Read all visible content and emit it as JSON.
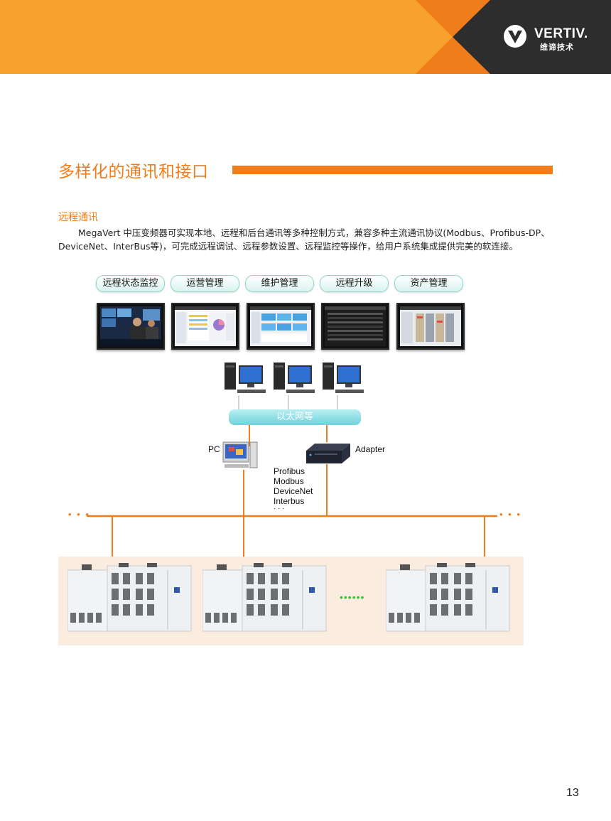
{
  "header": {
    "brand": "VERTIV.",
    "brand_cn": "维谛技术",
    "colors": {
      "orange": "#f7a12e",
      "deep_orange": "#f07d1b",
      "dark": "#2d2d2d"
    }
  },
  "section": {
    "title": "多样化的通讯和接口",
    "subtitle": "远程通讯",
    "paragraph": "MegaVert 中压变频器可实现本地、远程和后台通讯等多种控制方式，兼容多种主流通讯协议(Modbus、Profibus-DP、DeviceNet、InterBus等)，可完成远程调试、远程参数设置、远程监控等操作，给用户系统集成提供完美的软连接。"
  },
  "diagram": {
    "functions": [
      "远程状态监控",
      "运营管理",
      "维护管理",
      "远程升级",
      "资产管理"
    ],
    "network_label": "以太网等",
    "pc_label": "PC",
    "adapter_label": "Adapter",
    "protocols": [
      "Profibus",
      "Modbus",
      "DeviceNet",
      "Interbus",
      "· · ·"
    ],
    "bus_ellipsis": "• • •",
    "cabinet_ellipsis": "••••••"
  },
  "page_number": "13"
}
